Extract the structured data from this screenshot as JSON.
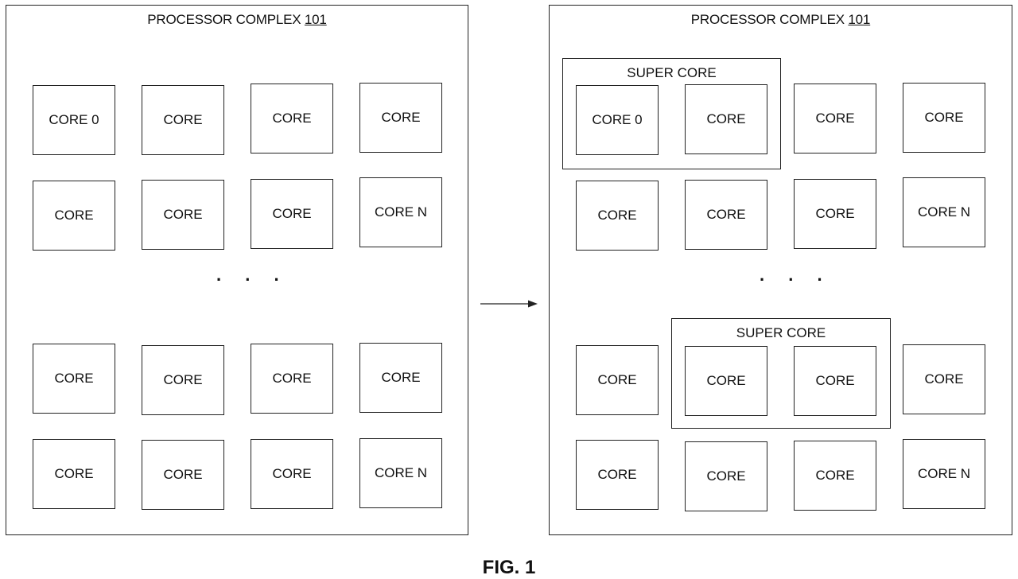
{
  "left_panel": {
    "title": "PROCESSOR COMPLEX ",
    "ref": "101",
    "rows": [
      [
        "CORE 0",
        "CORE",
        "CORE",
        "CORE"
      ],
      [
        "CORE",
        "CORE",
        "CORE",
        "CORE N"
      ],
      [
        "CORE",
        "CORE",
        "CORE",
        "CORE"
      ],
      [
        "CORE",
        "CORE",
        "CORE",
        "CORE N"
      ]
    ],
    "ellipsis": ". . ."
  },
  "right_panel": {
    "title": "PROCESSOR COMPLEX ",
    "ref": "101",
    "super_core_top": {
      "label": "SUPER CORE",
      "cores": [
        "CORE 0",
        "CORE"
      ]
    },
    "super_core_bottom": {
      "label": "SUPER CORE",
      "cores": [
        "CORE",
        "CORE"
      ]
    },
    "rows": [
      [
        "CORE",
        "CORE"
      ],
      [
        "CORE",
        "CORE",
        "CORE",
        "CORE N"
      ],
      [
        "CORE",
        "CORE"
      ],
      [
        "CORE",
        "CORE",
        "CORE",
        "CORE N"
      ]
    ],
    "ellipsis": ". . ."
  },
  "figure_label": "FIG. 1"
}
